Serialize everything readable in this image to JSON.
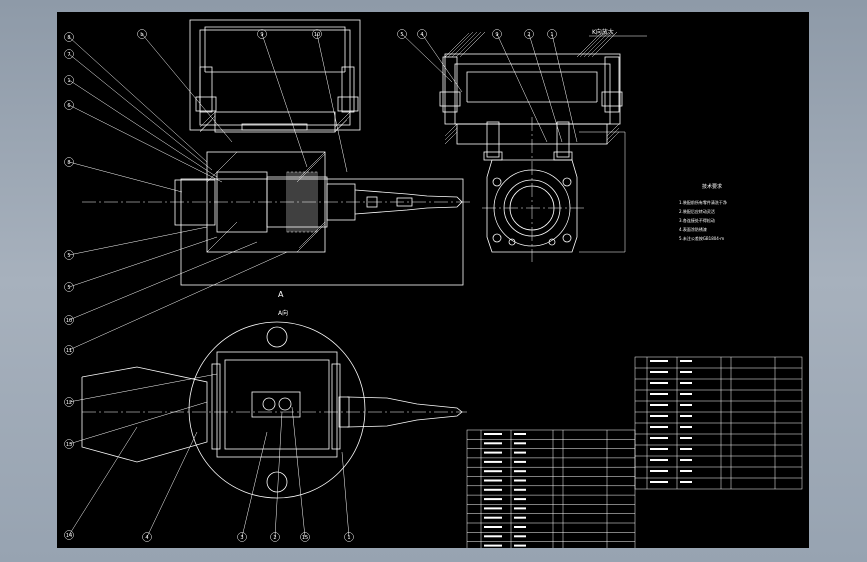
{
  "drawing": {
    "background_color": "#000000",
    "line_color": "#ffffff",
    "frame_color": "#8e9aa8"
  },
  "balloons": {
    "front_left": [
      "8",
      "7",
      "1",
      "6",
      "8",
      "5",
      "5",
      "10",
      "11"
    ],
    "front_top": [
      "b",
      "9",
      "10"
    ],
    "side_top": [
      "5",
      "4",
      "9",
      "2",
      "1"
    ],
    "plan_left": [
      "12",
      "13",
      "14"
    ],
    "plan_bottom": [
      "4",
      "3",
      "2",
      "15",
      "1"
    ]
  },
  "labels": {
    "section_mark": "A",
    "section_label": "A向",
    "side_note": "技术要求",
    "top_right_note": "K向放大"
  },
  "requirements": {
    "title": "技术要求",
    "lines": [
      "1.装配前所有零件清洗干净",
      "2.装配后应转动灵活",
      "3.各连接处不得松动",
      "4.表面涂防锈漆",
      "5.未注公差按GB1804-m"
    ]
  },
  "bom_right": {
    "rows": 12
  },
  "bom_bottom": {
    "rows": 13
  }
}
